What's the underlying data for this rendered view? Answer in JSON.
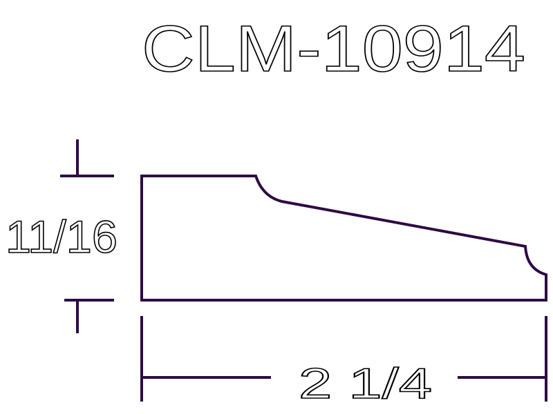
{
  "title": "CLM-10914",
  "dimensions": {
    "height": "11/16",
    "width": "2 1/4"
  },
  "colors": {
    "profile": "#2e0a45",
    "text": "#000000",
    "background": "#ffffff"
  }
}
